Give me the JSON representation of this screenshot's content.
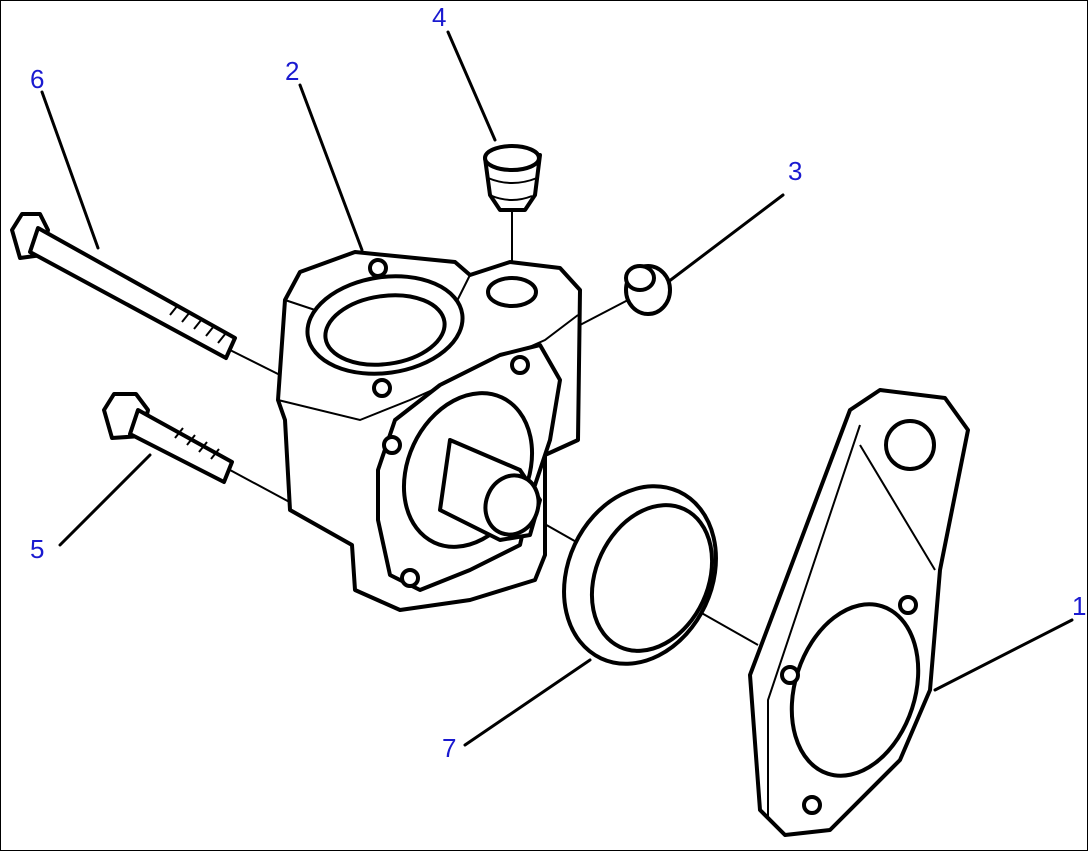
{
  "callouts": {
    "c1": "1",
    "c2": "2",
    "c3": "3",
    "c4": "4",
    "c5": "5",
    "c6": "6",
    "c7": "7"
  },
  "colors": {
    "callout": "#1a1ad0",
    "line": "#000000",
    "background": "#ffffff"
  }
}
